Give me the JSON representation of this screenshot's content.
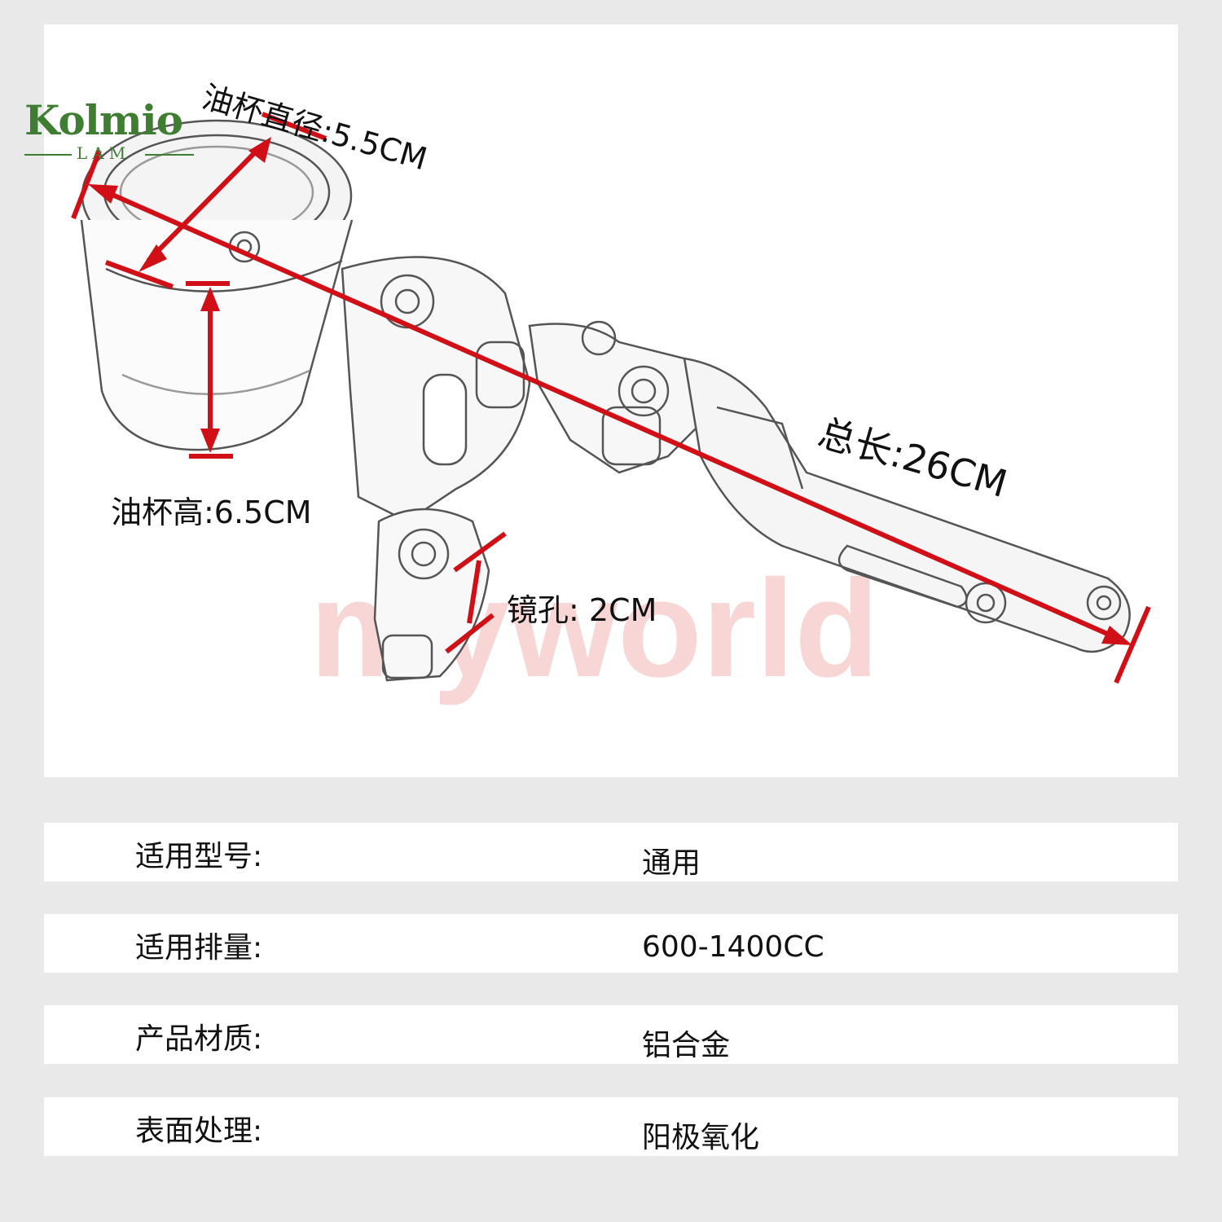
{
  "brand": {
    "logo_text": "Kolmio",
    "logo_subtext": "LAM",
    "watermark": "myworld",
    "brand_color": "#3e7d32"
  },
  "dimensions": {
    "cup_diameter": "油杯直径:5.5CM",
    "cup_height": "油杯高:6.5CM",
    "total_length": "总长:26CM",
    "mirror_hole": "镜孔: 2CM",
    "marker_color": "#d10f16"
  },
  "specs": [
    {
      "label": "适用型号:",
      "value": "通用"
    },
    {
      "label": "适用排量:",
      "value": "600-1400CC"
    },
    {
      "label": "产品材质:",
      "value": "铝合金"
    },
    {
      "label": "表面处理:",
      "value": "阳极氧化"
    }
  ]
}
